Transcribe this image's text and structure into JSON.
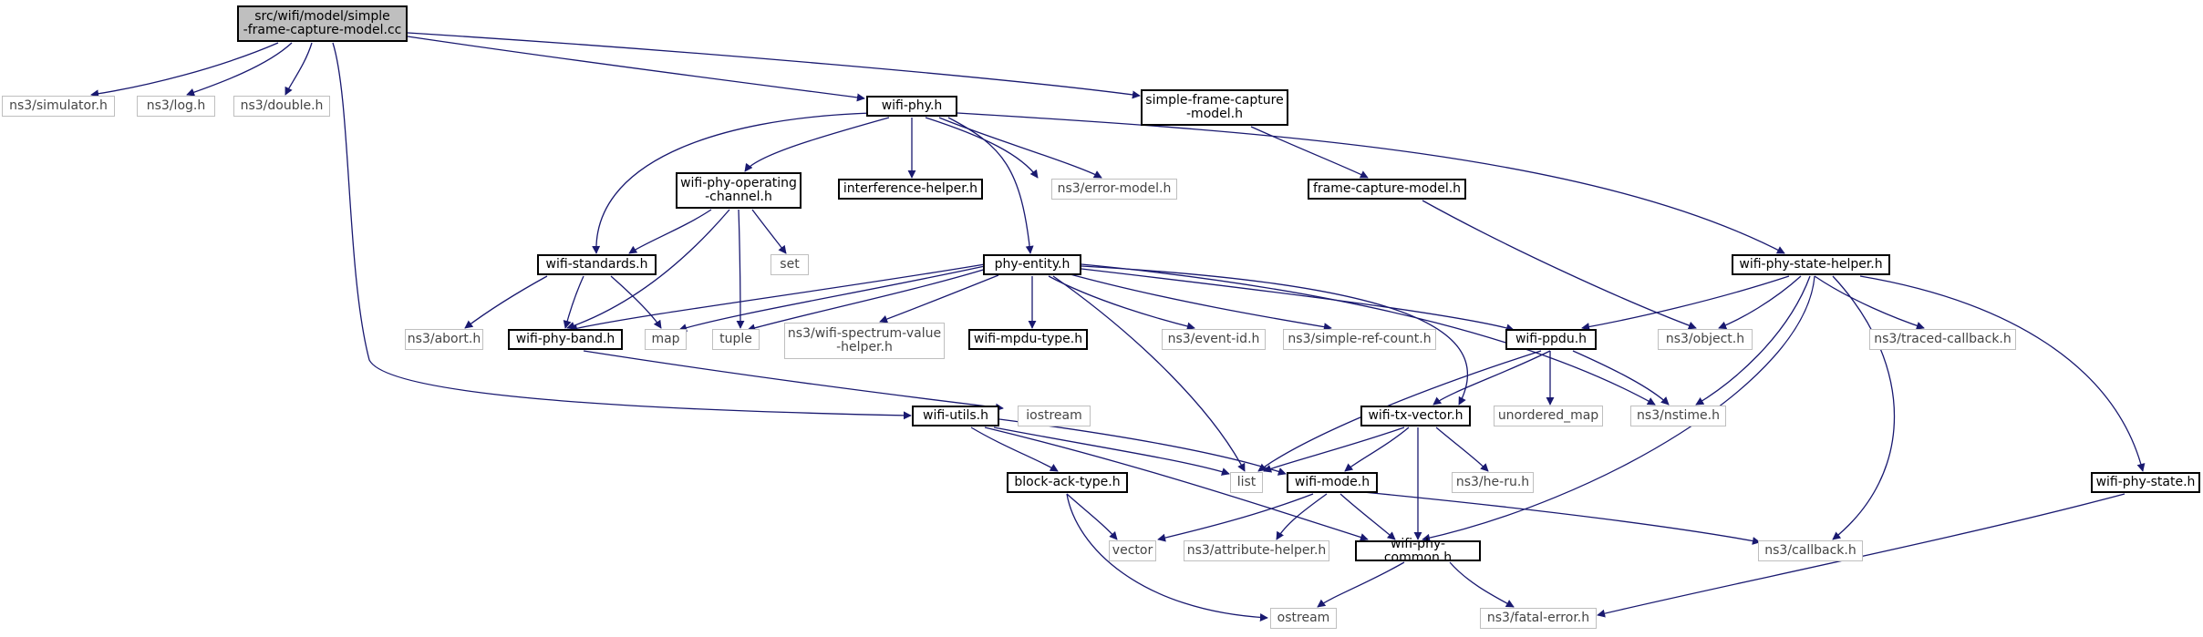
{
  "colors": {
    "edge": "#191970",
    "internal_border": "#000000",
    "external_border": "#bfbfbf",
    "root_fill": "#bfbfbf"
  },
  "nodes": {
    "root": "src/wifi/model/simple\n-frame-capture-model.cc",
    "simulator": "ns3/simulator.h",
    "log": "ns3/log.h",
    "double": "ns3/double.h",
    "wifi_phy": "wifi-phy.h",
    "sfcm": "simple-frame-capture\n-model.h",
    "wpoc": "wifi-phy-operating\n-channel.h",
    "interference": "interference-helper.h",
    "error_model": "ns3/error-model.h",
    "fcm": "frame-capture-model.h",
    "wifi_standards": "wifi-standards.h",
    "set": "set",
    "phy_entity": "phy-entity.h",
    "wpsh": "wifi-phy-state-helper.h",
    "abort": "ns3/abort.h",
    "wifi_phy_band": "wifi-phy-band.h",
    "map": "map",
    "tuple": "tuple",
    "spectrum_helper": "ns3/wifi-spectrum-value\n-helper.h",
    "mpdu_type": "wifi-mpdu-type.h",
    "event_id": "ns3/event-id.h",
    "simple_ref": "ns3/simple-ref-count.h",
    "wifi_ppdu": "wifi-ppdu.h",
    "object": "ns3/object.h",
    "traced_cb": "ns3/traced-callback.h",
    "wifi_utils": "wifi-utils.h",
    "iostream": "iostream",
    "unordered_map": "unordered_map",
    "nstime": "ns3/nstime.h",
    "wifi_tx_vector": "wifi-tx-vector.h",
    "block_ack": "block-ack-type.h",
    "list": "list",
    "wifi_mode": "wifi-mode.h",
    "he_ru": "ns3/he-ru.h",
    "wifi_phy_state": "wifi-phy-state.h",
    "vector": "vector",
    "attribute_helper": "ns3/attribute-helper.h",
    "wifi_phy_common": "wifi-phy-common.h",
    "callback": "ns3/callback.h",
    "ostream": "ostream",
    "fatal_error": "ns3/fatal-error.h"
  }
}
